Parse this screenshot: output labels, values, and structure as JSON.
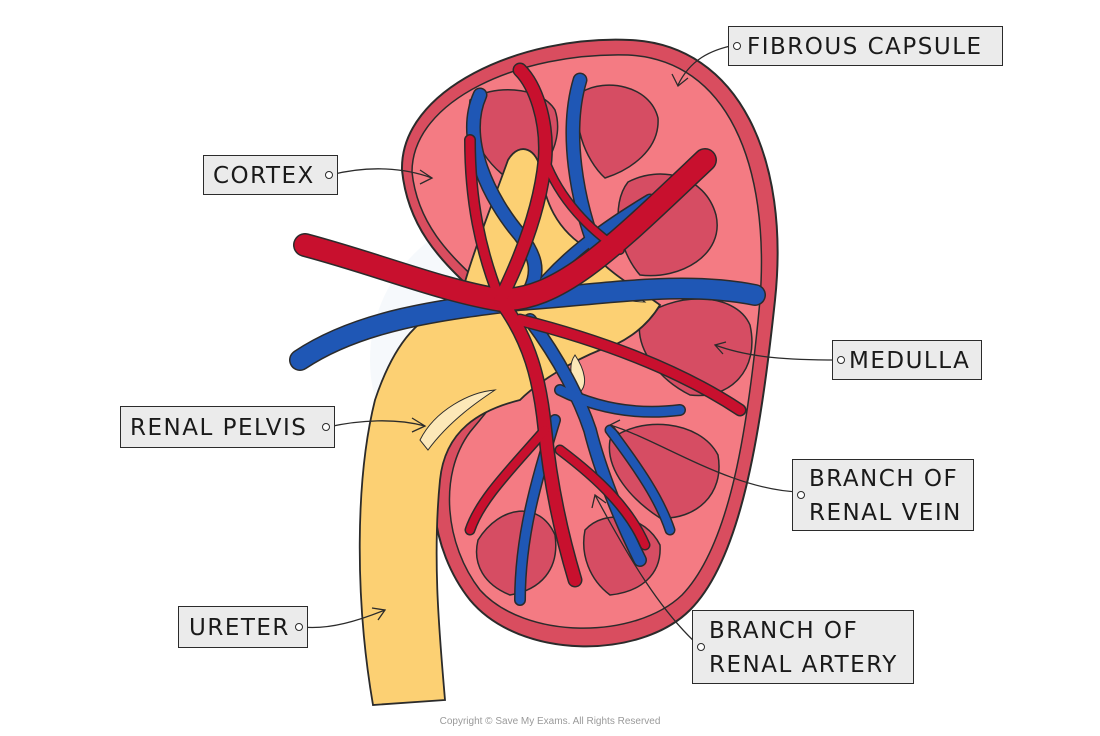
{
  "labels": {
    "fibrous_capsule": "FIBROUS CAPSULE",
    "cortex": "CORTEX",
    "medulla": "MEDULLA",
    "renal_pelvis": "RENAL PELVIS",
    "branch_renal_vein_l1": "BRANCH OF",
    "branch_renal_vein_l2": "RENAL VEIN",
    "ureter": "URETER",
    "branch_renal_artery_l1": "BRANCH OF",
    "branch_renal_artery_l2": "RENAL ARTERY"
  },
  "copyright": "Copyright © Save My Exams. All Rights Reserved",
  "colors": {
    "capsule": "#d94d5f",
    "cortex": "#f47b83",
    "medulla_pyramid": "#d64d63",
    "pelvis": "#fcd073",
    "artery": "#c8102e",
    "vein": "#1f57b5",
    "label_bg": "#ebebeb",
    "outline": "#2b2b2b"
  }
}
